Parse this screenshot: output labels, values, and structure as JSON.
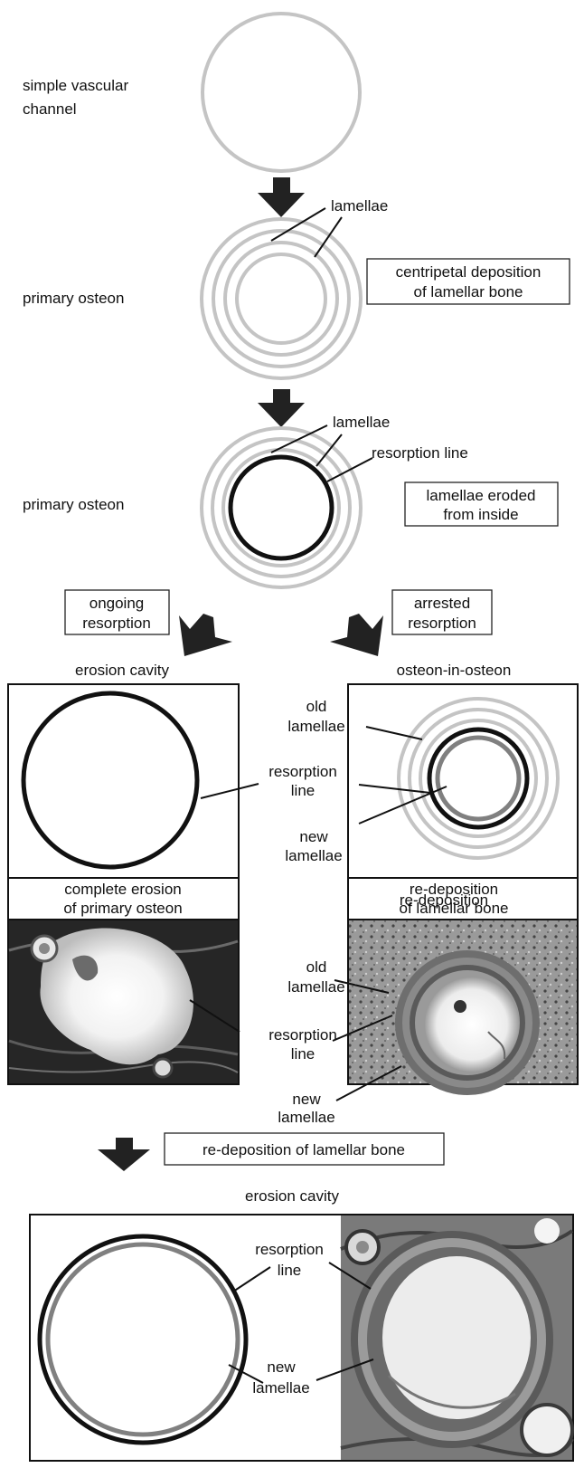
{
  "stage1": {
    "label_line1": "simple vascular",
    "label_line2": "channel"
  },
  "stage2": {
    "label": "primary osteon",
    "lamellae": "lamellae",
    "box_line1": "centripetal deposition",
    "box_line2": "of lamellar bone"
  },
  "stage3": {
    "label": "primary osteon",
    "lamellae": "lamellae",
    "resorption": "resorption line",
    "box_line1": "lamellae eroded",
    "box_line2": "from inside"
  },
  "branch": {
    "left_line1": "ongoing",
    "left_line2": "resorption",
    "right_line1": "arrested",
    "right_line2": "resorption"
  },
  "left_panel": {
    "title": "erosion cavity",
    "caption_line1": "complete erosion",
    "caption_line2": "of primary osteon"
  },
  "right_panel": {
    "title": "osteon-in-osteon",
    "caption_line1": "re-deposition",
    "caption_line2": "of lamellar bone"
  },
  "mid_labels": {
    "old1": "old",
    "old2": "lamellae",
    "res1": "resorption",
    "res2": "line",
    "new1": "new",
    "new2": "lamellae"
  },
  "bottom": {
    "box": "re-deposition of lamellar bone",
    "title": "erosion cavity",
    "res1": "resorption",
    "res2": "line",
    "new1": "new",
    "new2": "lamellae"
  }
}
